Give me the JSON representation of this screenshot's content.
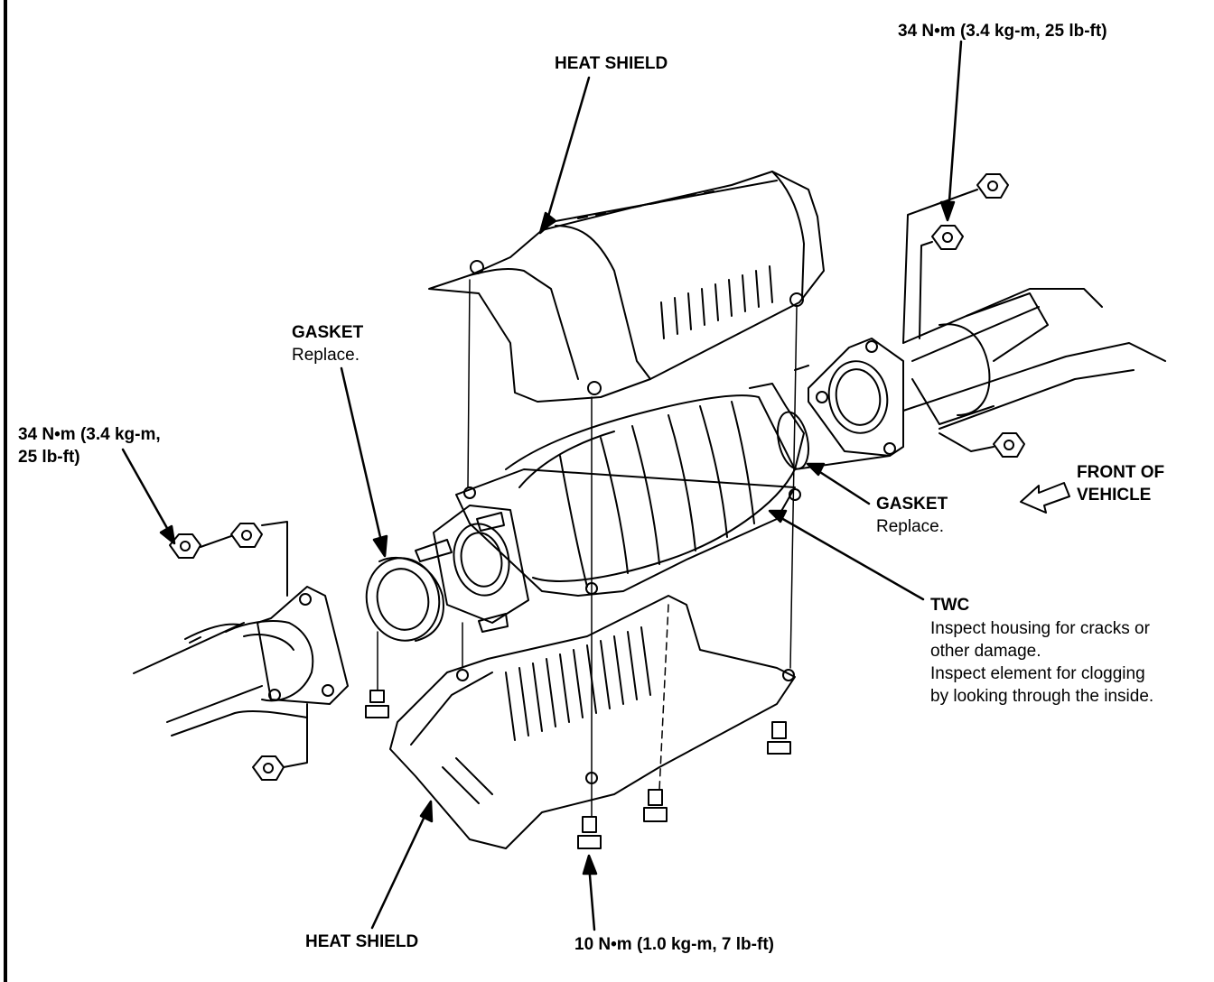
{
  "labels": {
    "heat_shield_top": "HEAT SHIELD",
    "heat_shield_bottom": "HEAT SHIELD",
    "torque_top_right": "34 N•m (3.4 kg-m, 25 lb-ft)",
    "torque_left_line1": "34 N•m (3.4 kg-m,",
    "torque_left_line2": "25 lb-ft)",
    "torque_bottom": "10 N•m (1.0 kg-m, 7 lb-ft)",
    "gasket_left_title": "GASKET",
    "gasket_left_note": "Replace.",
    "gasket_right_title": "GASKET",
    "gasket_right_note": "Replace.",
    "front_line1": "FRONT OF",
    "front_line2": "VEHICLE",
    "twc_title": "TWC",
    "twc_note1": "Inspect housing for cracks or",
    "twc_note2": "other damage.",
    "twc_note3": "Inspect element for clogging",
    "twc_note4": "by looking through the inside."
  },
  "colors": {
    "ink": "#000000",
    "paper": "#ffffff"
  }
}
